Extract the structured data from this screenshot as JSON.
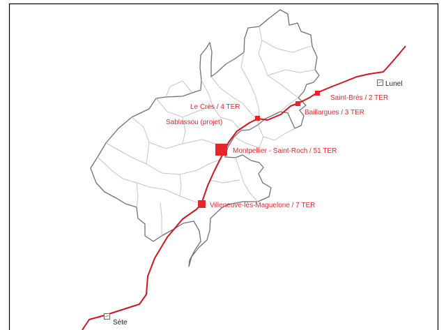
{
  "colors": {
    "rail": "#d4141c",
    "station": "#e8262a",
    "territory_border": "#707070",
    "commune_border": "#c4c4c4",
    "frame": "#000000",
    "background": "#ffffff"
  },
  "stations": [
    {
      "id": "montpellier",
      "label": "Montpellier - Saint-Roch  /  51 TER",
      "marker": "large-square"
    },
    {
      "id": "villeneuve",
      "label": "Villeneuve-lès-Maguelone  / 7 TER",
      "marker": "medium-square"
    },
    {
      "id": "baillargues",
      "label": "Baillargues / 3 TER",
      "marker": "small-square"
    },
    {
      "id": "saint-bres",
      "label": "Saint-Brès / 2 TER",
      "marker": "small-square"
    },
    {
      "id": "sablassou",
      "label": "Sablassou (projet)",
      "marker": "small-square"
    },
    {
      "id": "le-cres",
      "label": "Le Crès  /  4 TER",
      "marker": "none"
    }
  ],
  "outside_towns": [
    {
      "id": "lunel",
      "label": "Lunel",
      "marker": "outlined-square"
    },
    {
      "id": "sete",
      "label": "Sète",
      "marker": "outlined-square"
    }
  ]
}
